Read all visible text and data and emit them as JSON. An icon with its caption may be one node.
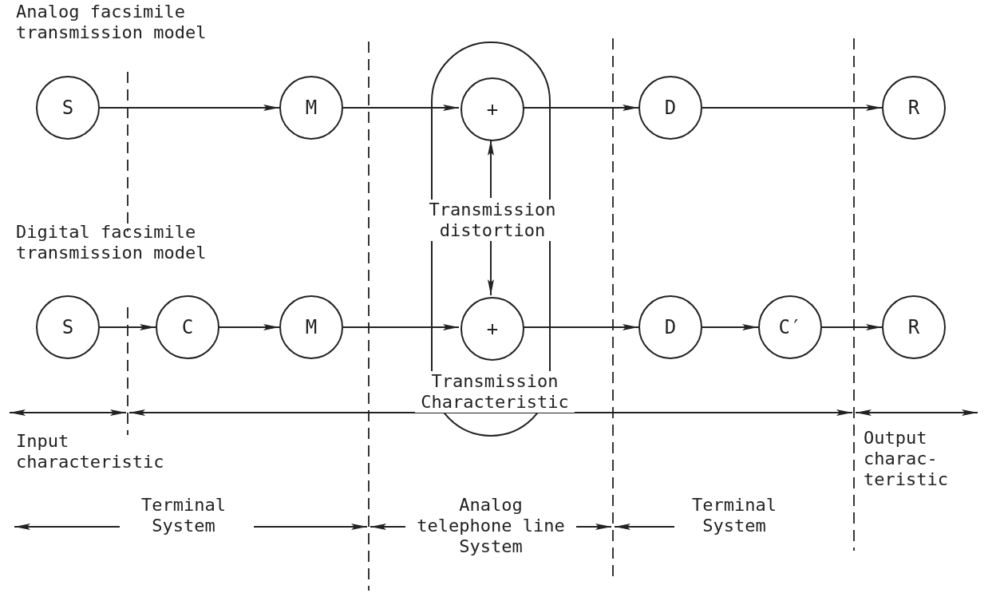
{
  "diagram": {
    "nodes": [
      {
        "text": [
          "S"
        ]
      },
      {
        "text": [
          "M"
        ]
      },
      {
        "text": [
          "Transmission distortion"
        ]
      },
      {
        "text": [
          "+"
        ],
        "in": 2
      },
      {
        "text": [
          "D"
        ]
      },
      {
        "text": [
          "R"
        ]
      },
      {
        "text": [
          "S"
        ]
      },
      {
        "text": [
          "C"
        ]
      },
      {
        "text": [
          "M"
        ]
      },
      {
        "text": [
          "+"
        ],
        "in": 2
      },
      {
        "text": [
          "D"
        ]
      },
      {
        "text": [
          "C′"
        ]
      },
      {
        "text": [
          "R"
        ]
      }
    ],
    "edges": [
      {
        "from": 0,
        "to": 1,
        "arrow": "to"
      },
      {
        "from": 1,
        "to": 3,
        "arrow": "to"
      },
      {
        "from": 3,
        "to": 4,
        "arrow": "to"
      },
      {
        "from": 4,
        "to": 5,
        "arrow": "to"
      },
      {
        "from": 2,
        "to": 3,
        "arrow": "to"
      },
      {
        "from": 2,
        "to": 9,
        "arrow": "to"
      },
      {
        "from": 6,
        "to": 7,
        "arrow": "to"
      },
      {
        "from": 7,
        "to": 8,
        "arrow": "to"
      },
      {
        "from": 8,
        "to": 9,
        "arrow": "to"
      },
      {
        "from": 9,
        "to": 10,
        "arrow": "to"
      },
      {
        "from": 10,
        "to": 11,
        "arrow": "to"
      },
      {
        "from": 11,
        "to": 12,
        "arrow": "to"
      }
    ],
    "labels": [
      "Analog facsimile transmission model",
      "Digital facsimile transmission model",
      "Transmission Characteristic",
      "Input characteristic",
      "Output charac- teristic",
      "Terminal System",
      "Analog telephone line System",
      "Terminal System"
    ]
  }
}
